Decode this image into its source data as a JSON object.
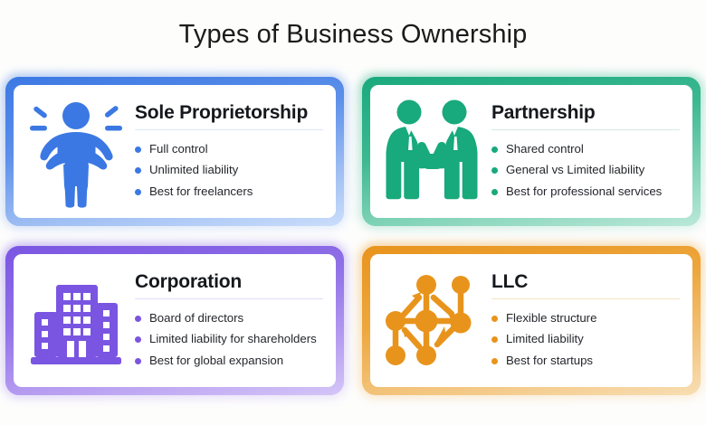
{
  "page": {
    "title": "Types of Business Ownership",
    "background_color": "#fdfdfc"
  },
  "cards": [
    {
      "id": "sole-proprietorship",
      "heading": "Sole Proprietorship",
      "accent_color": "#3b78e3",
      "icon": "standing-person-icon",
      "bullets": [
        "Full control",
        "Unlimited liability",
        "Best for freelancers"
      ]
    },
    {
      "id": "partnership",
      "heading": "Partnership",
      "accent_color": "#18a97c",
      "icon": "handshake-icon",
      "bullets": [
        "Shared control",
        "General vs Limited liability",
        "Best for professional services"
      ]
    },
    {
      "id": "corporation",
      "heading": "Corporation",
      "accent_color": "#7a55e2",
      "icon": "office-buildings-icon",
      "bullets": [
        "Board of directors",
        "Limited liability for shareholders",
        "Best for global expansion"
      ]
    },
    {
      "id": "llc",
      "heading": "LLC",
      "accent_color": "#e8941c",
      "icon": "network-nodes-icon",
      "bullets": [
        "Flexible structure",
        "Limited liability",
        "Best for startups"
      ]
    }
  ]
}
